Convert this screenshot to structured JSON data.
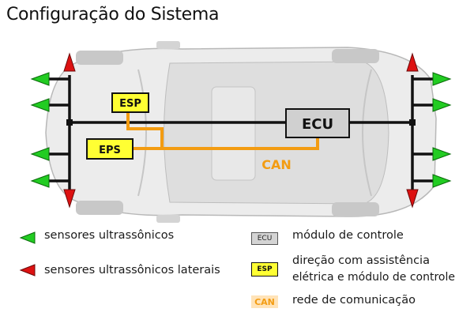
{
  "title": "Configuração do Sistema",
  "diagram": {
    "ecu_label": "ECU",
    "esp_label": "ESP",
    "eps_label": "EPS",
    "can_label": "CAN"
  },
  "legend": {
    "sensor": "sensores ultrassônicos",
    "sensor_lateral": "sensores ultrassônicos laterais",
    "ecu_key": "ECU",
    "ecu_text": "módulo de controle",
    "esp_key": "ESP",
    "esp_text_line1": "direção com assistência",
    "esp_text_line2": "elétrica e módulo de controle",
    "can_key": "CAN",
    "can_text": "rede de comunicação"
  },
  "colors": {
    "sensor_green": "#22cc22",
    "sensor_red": "#dd1111",
    "can_orange": "#f39c12",
    "module_yellow": "#ffff33",
    "ecu_gray": "#d0d0d0"
  }
}
